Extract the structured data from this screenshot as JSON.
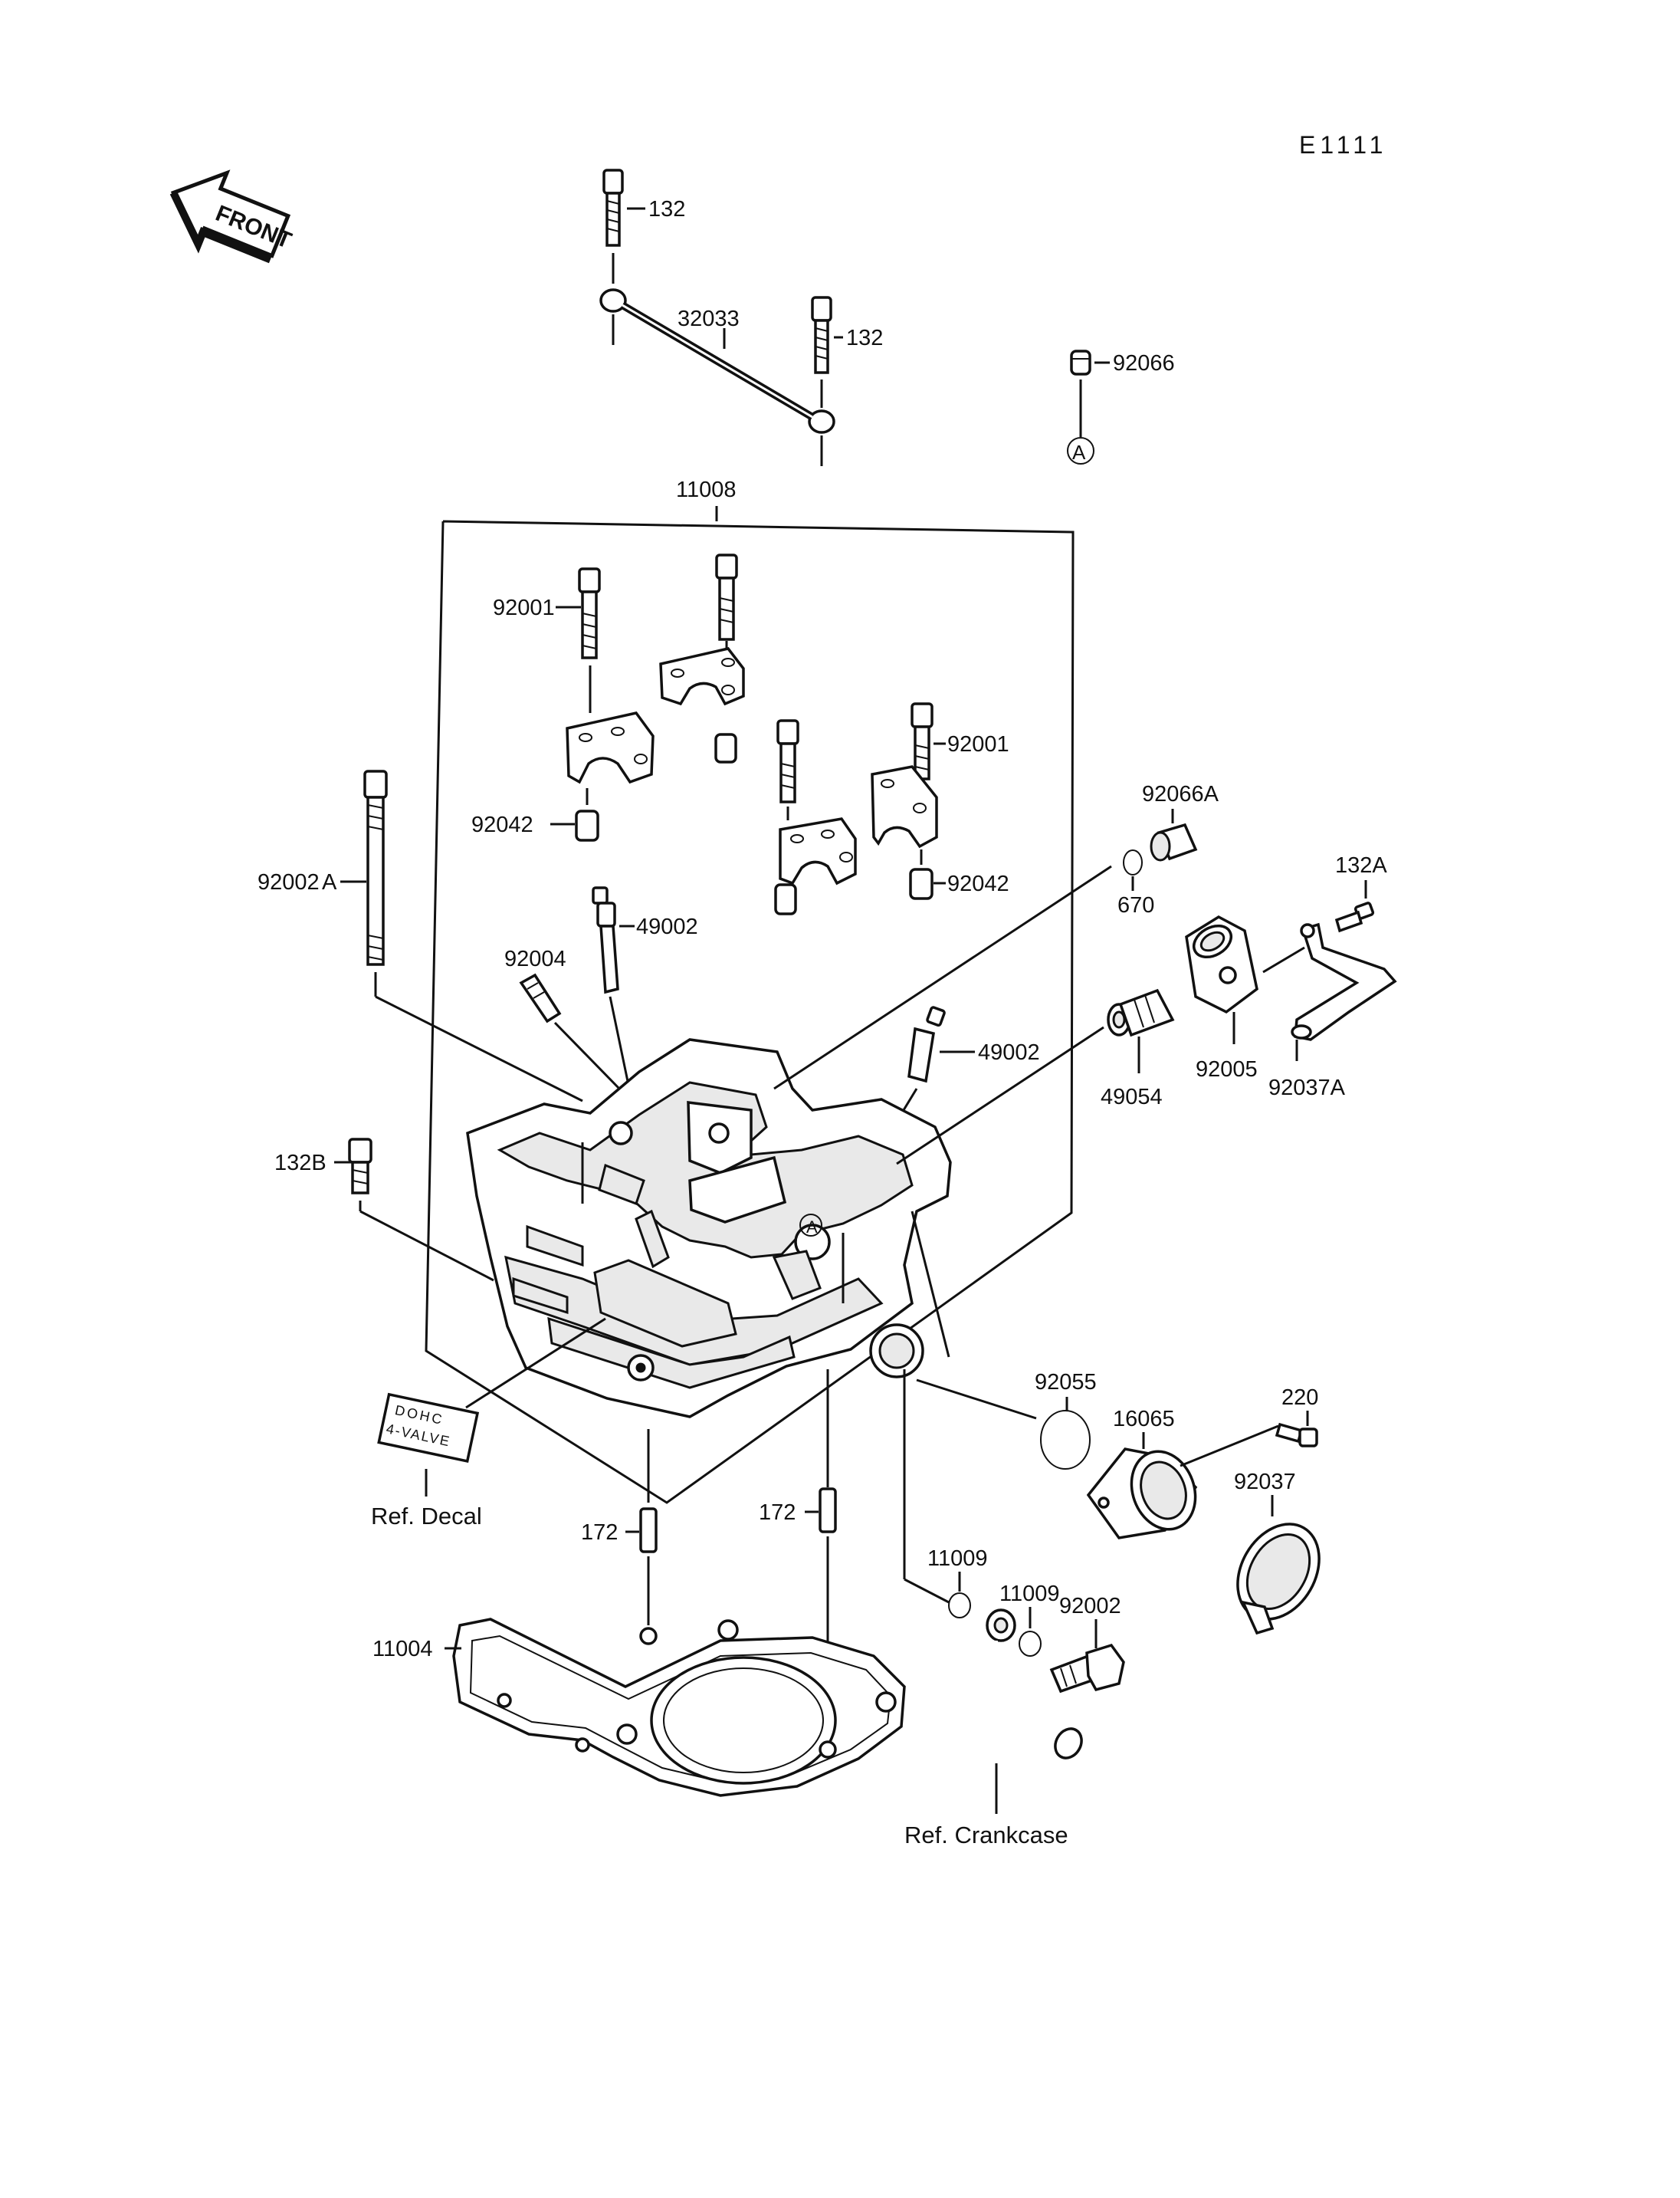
{
  "diagram_code": "E1111",
  "front_label": "FRONT",
  "callout_A": "A",
  "decal_text_line1": "DOHC",
  "decal_text_line2": "4-VALVE",
  "refs": {
    "decal": "Ref. Decal",
    "crankcase": "Ref. Crankcase"
  },
  "labels": {
    "p132_top": "132",
    "p32033": "32033",
    "p132_right": "132",
    "p92066": "92066",
    "p11008": "11008",
    "p92001_left": "92001",
    "p92001_right": "92001",
    "p92042_left": "92042",
    "p92042_right": "92042",
    "p92066A": "92066A",
    "p670": "670",
    "p132A": "132A",
    "p92002A": "92002",
    "p92002A_suffix": "A",
    "p49002_top": "49002",
    "p92004": "92004",
    "p49002_mid": "49002",
    "p92005": "92005",
    "p92037A": "92037A",
    "p49054": "49054",
    "p132B": "132B",
    "p92055": "92055",
    "p16065": "16065",
    "p220": "220",
    "p92037": "92037",
    "p172_left": "172",
    "p172_right": "172",
    "p11009_a": "11009",
    "p11009_b": "11009",
    "p92002": "92002",
    "p11004": "11004"
  }
}
